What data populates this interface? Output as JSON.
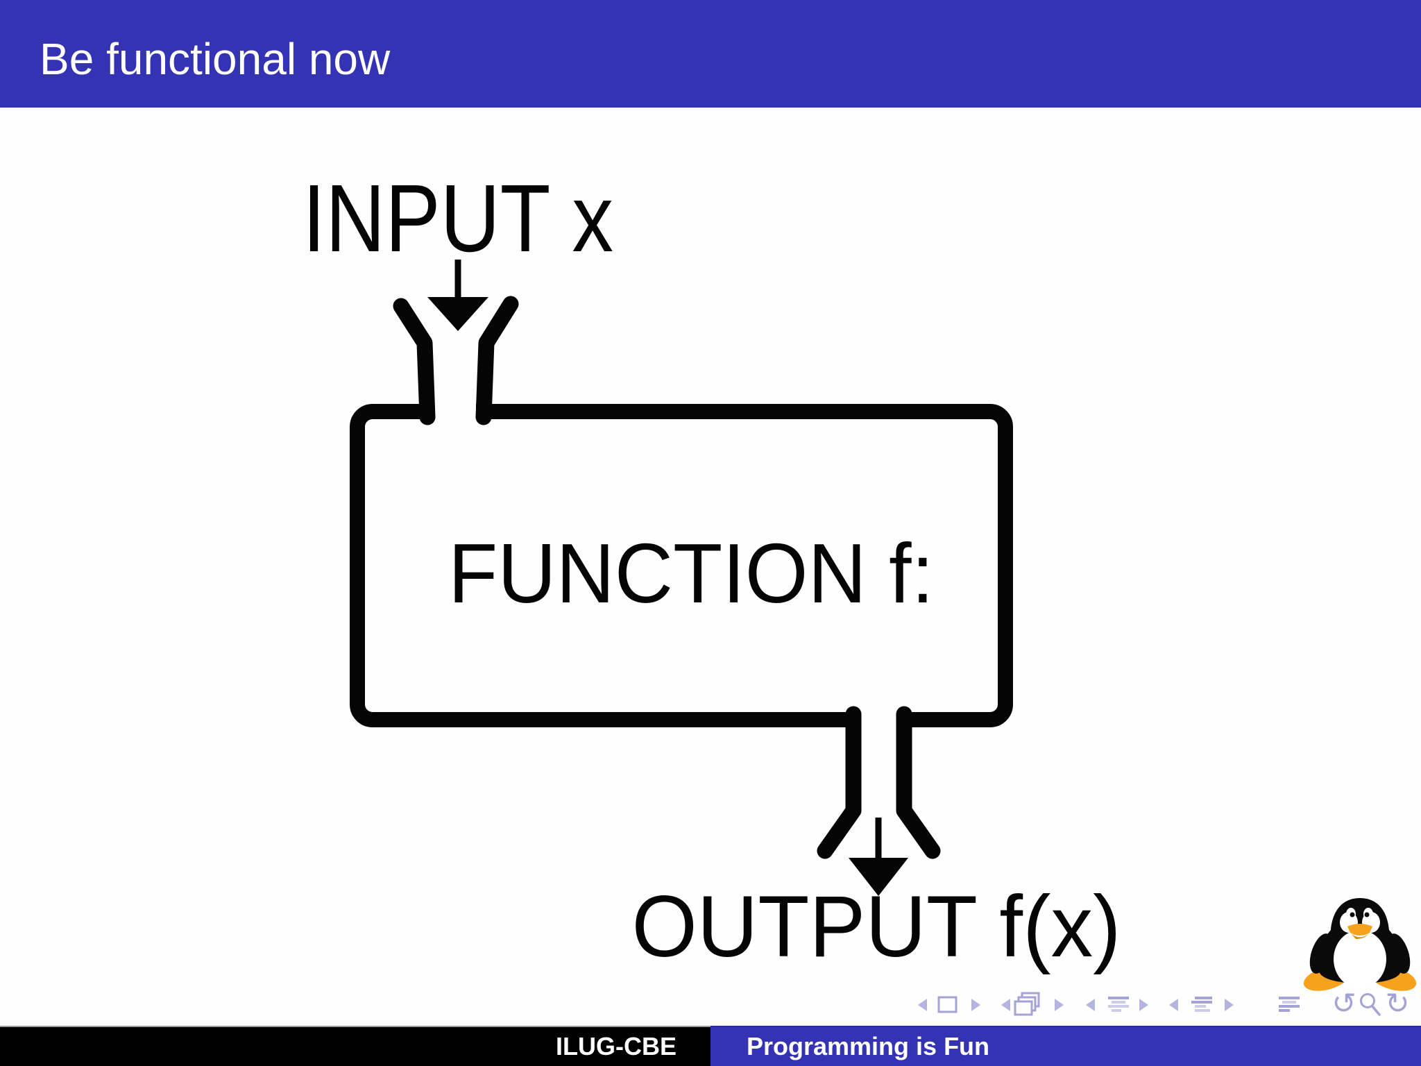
{
  "header": {
    "title": "Be functional now"
  },
  "diagram": {
    "input_label": "INPUT x",
    "box_label": "FUNCTION f:",
    "output_label": "OUTPUT f(x)"
  },
  "footer": {
    "left_text": "ILUG-CBE",
    "right_text": "Programming is Fun"
  },
  "nav": {
    "icon_names": [
      "prev-slide-icon",
      "slide-icon",
      "next-slide-icon",
      "prev-frame-icon",
      "frames-icon",
      "next-frame-icon",
      "prev-section-icon",
      "section-list-icon",
      "next-section-icon",
      "prev-subsection-icon",
      "subsection-list-icon",
      "next-subsection-icon",
      "appendix-list-icon",
      "back-history-icon",
      "search-icon",
      "forward-history-icon"
    ],
    "undo_glyph": "↺",
    "redo_glyph": "↻"
  },
  "logo": {
    "name": "tux-linux-mascot"
  },
  "colors": {
    "accent_blue": "#3333b3",
    "footer_black": "#000000",
    "diagram_ink": "#050505",
    "nav_icon": "#a3a3d6",
    "nav_icon_light": "#cdcdea",
    "tux_orange": "#f6a21d",
    "background": "#fefefe"
  }
}
